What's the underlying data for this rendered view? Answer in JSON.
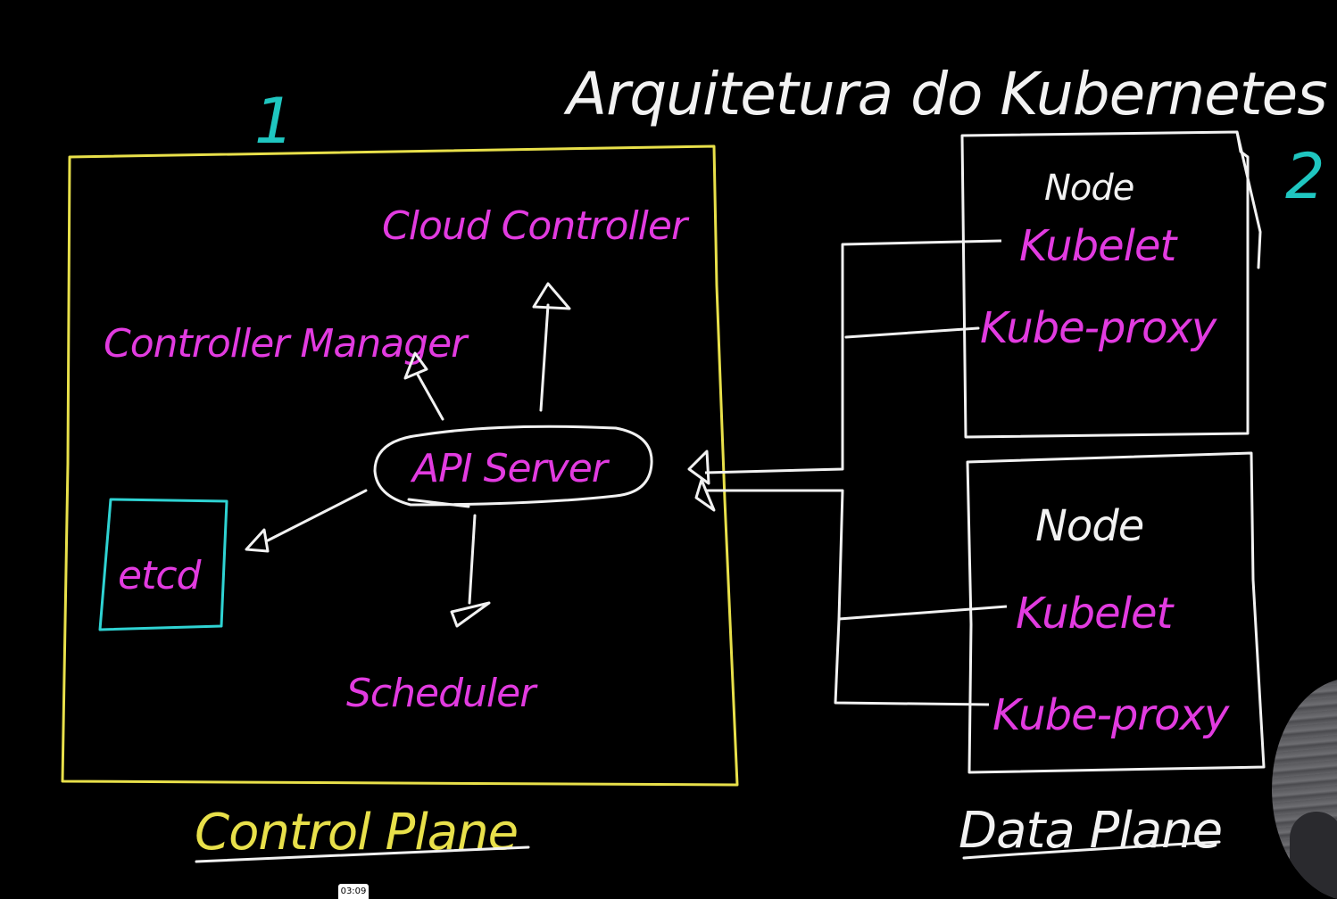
{
  "title": "Arquitetura do Kubernetes",
  "markers": {
    "control_plane_number": "1",
    "data_plane_number": "2"
  },
  "control_plane": {
    "label": "Control Plane",
    "components": {
      "cloud_controller": "Cloud Controller",
      "controller_manager": "Controller Manager",
      "api_server": "API Server",
      "etcd": "etcd",
      "scheduler": "Scheduler"
    }
  },
  "data_plane": {
    "label": "Data Plane",
    "nodes": [
      {
        "title": "Node",
        "kubelet": "Kubelet",
        "kube_proxy": "Kube-proxy"
      },
      {
        "title": "Node",
        "kubelet": "Kubelet",
        "kube_proxy": "Kube-proxy"
      }
    ]
  },
  "player": {
    "timestamp": "03:09"
  },
  "colors": {
    "background": "#000000",
    "chalk_white": "#f2f2f2",
    "component_magenta": "#e23be0",
    "control_plane_yellow": "#e8e04a",
    "etcd_cyan": "#2fd3d3",
    "marker_teal": "#1fc6c0"
  }
}
